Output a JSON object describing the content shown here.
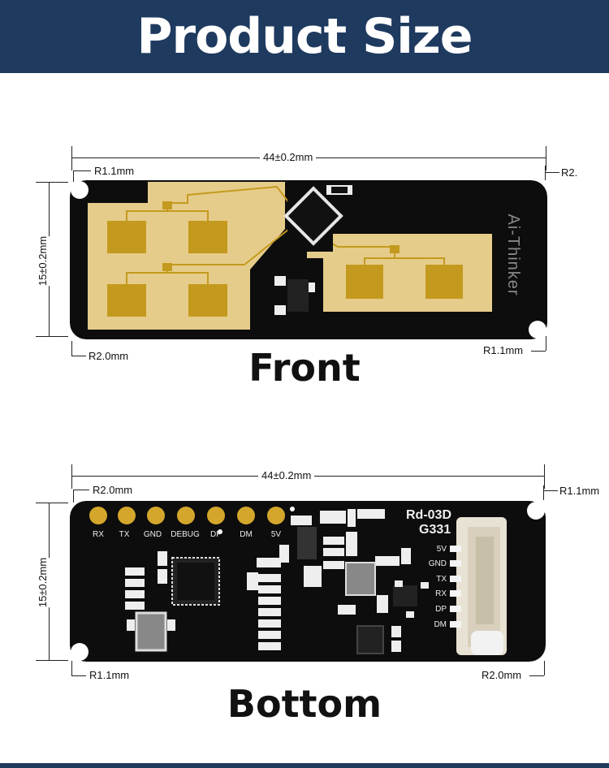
{
  "header": {
    "title": "Product Size"
  },
  "front": {
    "view_label": "Front",
    "width_dim": "44±0.2mm",
    "height_dim": "15±0.2mm",
    "r_top_left": "R1.1mm",
    "r_top_right": "R2.",
    "r_bottom_left": "R2.0mm",
    "r_bottom_right": "R1.1mm",
    "brand": "Ai-Thinker"
  },
  "bottom": {
    "view_label": "Bottom",
    "width_dim": "44±0.2mm",
    "height_dim": "15±0.2mm",
    "r_top_left": "R2.0mm",
    "r_top_right": "R1.1mm",
    "r_bottom_left": "R1.1mm",
    "r_bottom_right": "R2.0mm",
    "model": "Rd-03D",
    "model_sub": "G331",
    "pad_labels": [
      "RX",
      "TX",
      "GND",
      "DEBUG",
      "DP",
      "DM",
      "5V"
    ],
    "connector_labels": [
      "5V",
      "GND",
      "TX",
      "RX",
      "DP",
      "DM"
    ]
  },
  "colors": {
    "header_bg": "#1f3a5f",
    "pcb": "#0d0d0d",
    "copper": "#e6cc8a",
    "patch": "#c49a1e",
    "gold_pad": "#d4a72c"
  }
}
